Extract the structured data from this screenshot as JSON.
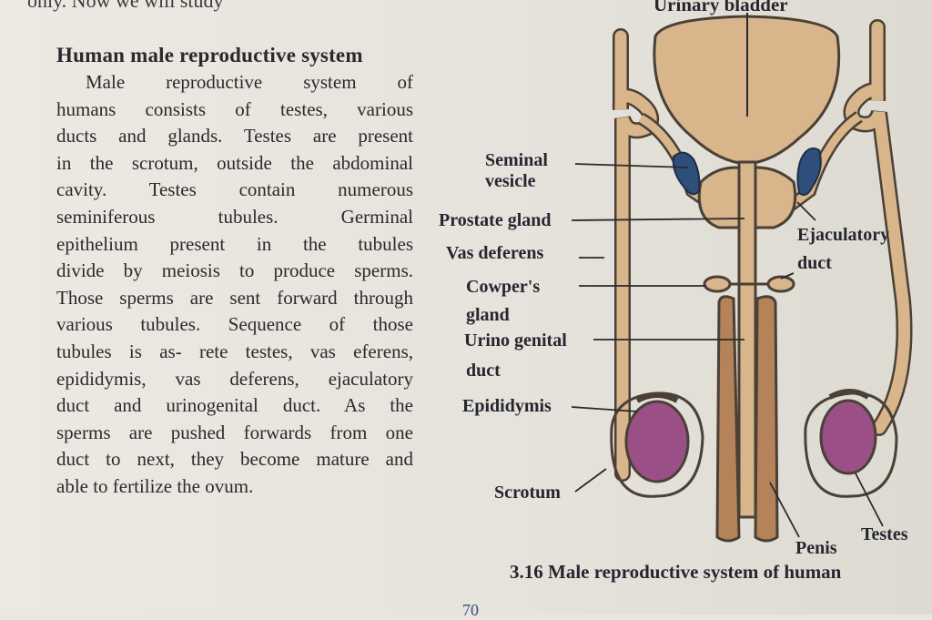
{
  "page_top_fragment": "only. Now we will study",
  "section": {
    "heading": "Human male reproductive system",
    "paragraph_lines": [
      "Male reproductive system of",
      "humans consists of testes, various",
      "ducts and glands. Testes are present",
      "in the scrotum, outside the abdominal",
      "cavity. Testes contain numerous",
      "seminiferous tubules. Germinal",
      "epithelium present in the tubules",
      "divide by meiosis to produce sperms.",
      "Those sperms are sent forward through",
      "various tubules. Sequence of those",
      "tubules is as- rete testes, vas eferens,",
      "epididymis, vas deferens, ejaculatory",
      "duct and urinogenital duct. As the",
      "sperms are pushed forwards from one",
      "duct to next, they become mature and",
      "able to fertilize the ovum."
    ]
  },
  "figure": {
    "labels": {
      "urinary_bladder": "Urinary bladder",
      "seminal_vesicle_1": "Seminal",
      "seminal_vesicle_2": "vesicle",
      "prostate_gland": "Prostate gland",
      "vas_deferens": "Vas deferens",
      "cowpers_gland_1": "Cowper's",
      "cowpers_gland_2": "gland",
      "urino_genital_duct_1": "Urino genital",
      "urino_genital_duct_2": "duct",
      "epididymis": "Epididymis",
      "scrotum": "Scrotum",
      "ejaculatory_duct_1": "Ejaculatory",
      "ejaculatory_duct_2": "duct",
      "penis": "Penis",
      "testes": "Testes"
    },
    "caption": "3.16 Male reproductive system of human",
    "colors": {
      "tissue": "#d8b58a",
      "tissue_outline": "#4a4035",
      "testis": "#9a4f86",
      "vesicle": "#2f4f7a",
      "penis_tissue": "#b5835a"
    }
  },
  "page_number": "70"
}
